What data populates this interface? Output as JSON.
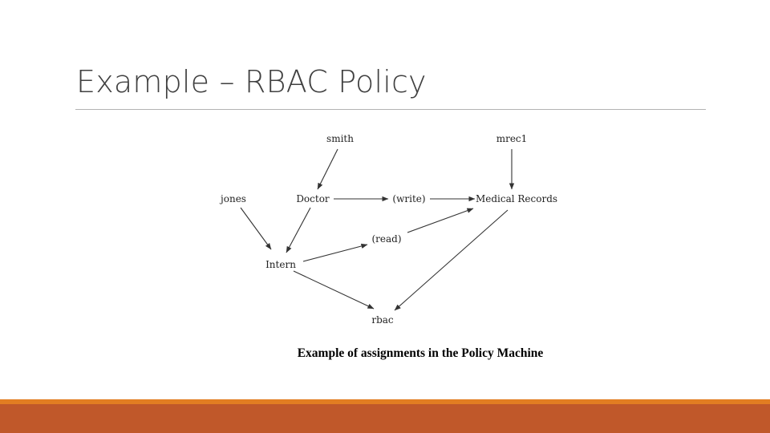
{
  "slide": {
    "title": "Example – RBAC Policy"
  },
  "diagram": {
    "nodes": {
      "smith": "smith",
      "mrec1": "mrec1",
      "jones": "jones",
      "doctor": "Doctor",
      "write": "(write)",
      "medical_records": "Medical Records",
      "read": "(read)",
      "intern": "Intern",
      "rbac": "rbac"
    },
    "edges": [
      {
        "from": "smith",
        "to": "doctor"
      },
      {
        "from": "mrec1",
        "to": "medical_records"
      },
      {
        "from": "jones",
        "to": "intern"
      },
      {
        "from": "doctor",
        "to": "intern"
      },
      {
        "from": "doctor",
        "to": "write"
      },
      {
        "from": "write",
        "to": "medical_records"
      },
      {
        "from": "intern",
        "to": "read"
      },
      {
        "from": "read",
        "to": "medical_records"
      },
      {
        "from": "intern",
        "to": "rbac"
      },
      {
        "from": "medical_records",
        "to": "rbac"
      }
    ],
    "caption": "Example of assignments in the Policy Machine"
  },
  "colors": {
    "title_text": "#404040",
    "title_rule": "#b3b3b3",
    "footer_accent": "#e27d22",
    "footer_bar": "#c0582a",
    "diagram_ink": "#222222"
  }
}
